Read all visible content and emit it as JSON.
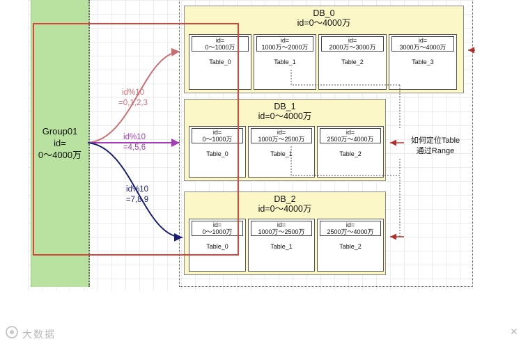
{
  "group": {
    "name": "Group01",
    "id_label": "id=",
    "range": "0～4000万"
  },
  "dbs": [
    {
      "name": "DB_0",
      "range": "id=0～4000万",
      "tables": [
        {
          "id_label": "id=",
          "range": "0～1000万",
          "name": "Table_0"
        },
        {
          "id_label": "id=",
          "range": "1000万～2000万",
          "name": "Table_1"
        },
        {
          "id_label": "id=",
          "range": "2000万～3000万",
          "name": "Table_2"
        },
        {
          "id_label": "id=",
          "range": "3000万～4000万",
          "name": "Table_3"
        }
      ]
    },
    {
      "name": "DB_1",
      "range": "id=0～4000万",
      "tables": [
        {
          "id_label": "id=",
          "range": "0～1000万",
          "name": "Table_0"
        },
        {
          "id_label": "id=",
          "range": "1000万～2500万",
          "name": "Table_1"
        },
        {
          "id_label": "id=",
          "range": "2500万～4000万",
          "name": "Table_2"
        }
      ]
    },
    {
      "name": "DB_2",
      "range": "id=0～4000万",
      "tables": [
        {
          "id_label": "id=",
          "range": "0～1000万",
          "name": "Table_0"
        },
        {
          "id_label": "id=",
          "range": "1000万～2500万",
          "name": "Table_1"
        },
        {
          "id_label": "id=",
          "range": "2500万～4000万",
          "name": "Table_2"
        }
      ]
    }
  ],
  "edges": [
    {
      "line1": "id%10",
      "line2": "=0,1,2,3",
      "color": "#c86f73"
    },
    {
      "line1": "id%10",
      "line2": "=4,5,6",
      "color": "#a23fb5"
    },
    {
      "line1": "id%10",
      "line2": "=7,8,9",
      "color": "#1a1f6e"
    }
  ],
  "note": {
    "line1": "如何定位Table",
    "line2": "通过Range"
  },
  "watermark": "大数据",
  "colors": {
    "group_fill": "#b9e2a0",
    "db_fill": "#fbf7c6",
    "frame": "#d8453b",
    "note_arrow": "#b03030"
  }
}
